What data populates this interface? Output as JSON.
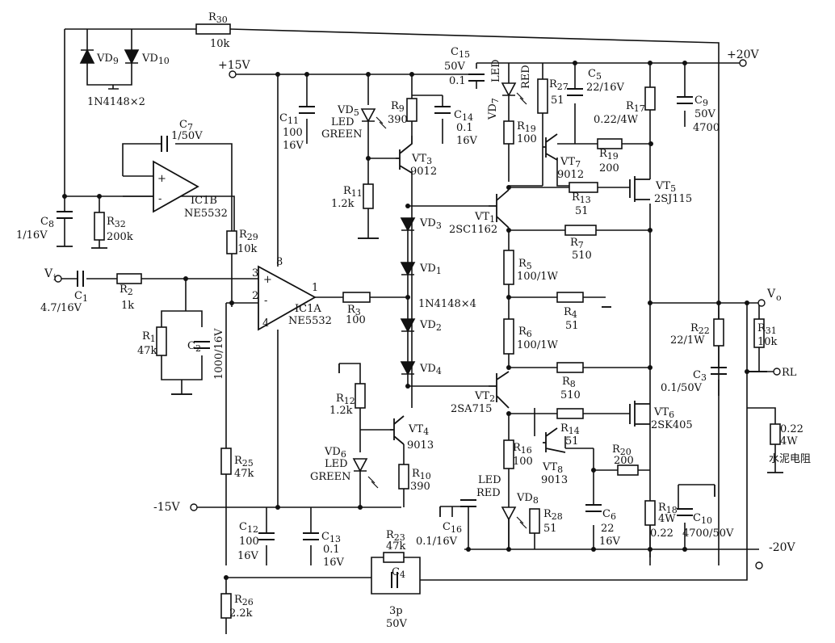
{
  "rails": {
    "pos20": "+20V",
    "neg20": "-20V",
    "pos15": "+15V",
    "neg15": "-15V"
  },
  "nets": {
    "vi": "V",
    "vi_sub": "i",
    "vo": "V",
    "vo_sub": "o",
    "rl": "RL",
    "load_note": "水泥电阻"
  },
  "ics": {
    "ic1b": {
      "name": "IC1B",
      "part": "NE5532"
    },
    "ic1a": {
      "name": "IC1A",
      "part": "NE5532",
      "pin_plus": "3",
      "pin_minus": "2",
      "pin_out": "1",
      "pin_vcc": "8",
      "pin_vee": "4",
      "sign_plus": "+",
      "sign_minus": "-"
    }
  },
  "resistors": {
    "r30": {
      "ref": "R",
      "sub": "30",
      "val": "10k"
    },
    "r32": {
      "ref": "R",
      "sub": "32",
      "val": "200k"
    },
    "r29": {
      "ref": "R",
      "sub": "29",
      "val": "10k"
    },
    "r2": {
      "ref": "R",
      "sub": "2",
      "val": "1k"
    },
    "r1": {
      "ref": "R",
      "sub": "1",
      "val": "47k"
    },
    "r25": {
      "ref": "R",
      "sub": "25",
      "val": "47k"
    },
    "r26": {
      "ref": "R",
      "sub": "26",
      "val": "2.2k"
    },
    "r23": {
      "ref": "R",
      "sub": "23",
      "val": "47k"
    },
    "r3": {
      "ref": "R",
      "sub": "3",
      "val": "100"
    },
    "r11": {
      "ref": "R",
      "sub": "11",
      "val": "1.2k"
    },
    "r9": {
      "ref": "R",
      "sub": "9",
      "val": "390"
    },
    "r12": {
      "ref": "R",
      "sub": "12",
      "val": "1.2k"
    },
    "r10": {
      "ref": "R",
      "sub": "10",
      "val": "390"
    },
    "r19a": {
      "ref": "R",
      "sub": "19",
      "val": "100"
    },
    "r27": {
      "ref": "R",
      "sub": "27",
      "val": "51"
    },
    "r17": {
      "ref": "R",
      "sub": "17",
      "val": "0.22/4W"
    },
    "r19b": {
      "ref": "R",
      "sub": "19",
      "val": "200"
    },
    "r13": {
      "ref": "R",
      "sub": "13",
      "val": "51"
    },
    "r7": {
      "ref": "R",
      "sub": "7",
      "val": "510"
    },
    "r5": {
      "ref": "R",
      "sub": "5",
      "val": "100/1W"
    },
    "r4": {
      "ref": "R",
      "sub": "4",
      "val": "51"
    },
    "r6": {
      "ref": "R",
      "sub": "6",
      "val": "100/1W"
    },
    "r8": {
      "ref": "R",
      "sub": "8",
      "val": "510"
    },
    "r14": {
      "ref": "R",
      "sub": "14",
      "val": "51"
    },
    "r16": {
      "ref": "R",
      "sub": "16",
      "val": "100"
    },
    "r20": {
      "ref": "R",
      "sub": "20",
      "val": "200"
    },
    "r28": {
      "ref": "R",
      "sub": "28",
      "val": "51"
    },
    "r18": {
      "ref": "R",
      "sub": "18",
      "val": "4W",
      "val2": "0.22"
    },
    "r22": {
      "ref": "R",
      "sub": "22",
      "val": "22/1W"
    },
    "r31": {
      "ref": "R",
      "sub": "31",
      "val": "10k"
    },
    "rload": {
      "val": "0.22",
      "val2": "4W"
    }
  },
  "capacitors": {
    "c7top": {
      "ref": "C",
      "sub": "7",
      "val": "1/50V"
    },
    "c8": {
      "ref": "C",
      "sub": "8",
      "val": "1/16V"
    },
    "c1": {
      "ref": "C",
      "sub": "1",
      "val": "4.7/16V"
    },
    "c2": {
      "ref": "C",
      "sub": "2",
      "val": "1000/16V"
    },
    "c11": {
      "ref": "C",
      "sub": "11",
      "val": "100",
      "val2": "16V"
    },
    "c14": {
      "ref": "C",
      "sub": "14",
      "val": "0.1",
      "val2": "16V"
    },
    "c15": {
      "ref": "C",
      "sub": "15",
      "val": "50V",
      "val2": "0.1"
    },
    "c5": {
      "ref": "C",
      "sub": "5",
      "val": "22/16V"
    },
    "c9": {
      "ref": "C",
      "sub": "9",
      "val": "50V",
      "val2": "4700"
    },
    "c3": {
      "ref": "C",
      "sub": "3",
      "val": "0.1/50V"
    },
    "c12": {
      "ref": "C",
      "sub": "12",
      "val": "100",
      "val2": "16V"
    },
    "c13": {
      "ref": "C",
      "sub": "13",
      "val": "0.1",
      "val2": "16V"
    },
    "c4": {
      "ref": "C",
      "sub": "4",
      "val": "3p",
      "val2": "50V"
    },
    "c16": {
      "ref": "C",
      "sub": "16",
      "val": "0.1/16V"
    },
    "c6": {
      "ref": "C",
      "sub": "6",
      "val": "22",
      "val2": "16V"
    },
    "c10": {
      "ref": "C",
      "sub": "10",
      "val": "4700/50V"
    }
  },
  "diodes": {
    "vd9": {
      "ref": "VD",
      "sub": "9"
    },
    "vd10": {
      "ref": "VD",
      "sub": "10"
    },
    "pair_note": "1N4148×2",
    "vd3": {
      "ref": "VD",
      "sub": "3"
    },
    "vd1": {
      "ref": "VD",
      "sub": "1"
    },
    "vd2": {
      "ref": "VD",
      "sub": "2"
    },
    "vd4": {
      "ref": "VD",
      "sub": "4"
    },
    "quad_note": "1N4148×4"
  },
  "leds": {
    "vd5": {
      "ref": "VD",
      "sub": "5",
      "l1": "LED",
      "l2": "GREEN"
    },
    "vd6": {
      "ref": "VD",
      "sub": "6",
      "l1": "LED",
      "l2": "GREEN"
    },
    "vd7": {
      "ref": "VD",
      "sub": "7",
      "l1": "LED",
      "l2": "RED"
    },
    "vd8": {
      "ref": "VD",
      "sub": "8",
      "l1": "LED",
      "l2": "RED"
    }
  },
  "transistors": {
    "vt3": {
      "ref": "VT",
      "sub": "3",
      "part": "9012"
    },
    "vt4": {
      "ref": "VT",
      "sub": "4",
      "part": "9013"
    },
    "vt1": {
      "ref": "VT",
      "sub": "1",
      "part": "2SC1162"
    },
    "vt2": {
      "ref": "VT",
      "sub": "2",
      "part": "2SA715"
    },
    "vt7": {
      "ref": "VT",
      "sub": "7",
      "part": "9012"
    },
    "vt8": {
      "ref": "VT",
      "sub": "8",
      "part": "9013"
    },
    "vt5": {
      "ref": "VT",
      "sub": "5",
      "part": "2SJ115"
    },
    "vt6": {
      "ref": "VT",
      "sub": "6",
      "part": "2SK405"
    }
  }
}
